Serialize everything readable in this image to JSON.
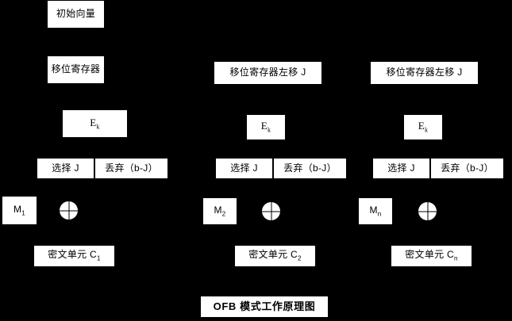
{
  "diagram": {
    "title": "OFB 模式工作原理图",
    "columns": [
      {
        "id": "col1",
        "iv_label": "初始向量",
        "register_label": "移位寄存器",
        "cipher_fn_label": "E",
        "cipher_fn_sub": "k",
        "select_label": "选择 J",
        "discard_label": "丢弃（b-J）",
        "plain_label": "M",
        "plain_sub": "1",
        "xor_label": "xor-operator",
        "cipher_unit_label": "密文单元 C",
        "cipher_unit_sub": "1"
      },
      {
        "id": "col2",
        "register_label": "移位寄存器左移 J",
        "cipher_fn_label": "E",
        "cipher_fn_sub": "k",
        "select_label": "选择 J",
        "discard_label": "丢弃（b-J）",
        "plain_label": "M",
        "plain_sub": "2",
        "xor_label": "xor-operator",
        "cipher_unit_label": "密文单元 C",
        "cipher_unit_sub": "2"
      },
      {
        "id": "col3",
        "register_label": "移位寄存器左移 J",
        "cipher_fn_label": "E",
        "cipher_fn_sub": "k",
        "select_label": "选择 J",
        "discard_label": "丢弃（b-J）",
        "plain_label": "M",
        "plain_sub": "n",
        "xor_label": "xor-operator",
        "cipher_unit_label": "密文单元 C",
        "cipher_unit_sub": "n"
      }
    ],
    "colors": {
      "background": "#000000",
      "box_fill": "#ffffff",
      "text": "#000000"
    }
  }
}
